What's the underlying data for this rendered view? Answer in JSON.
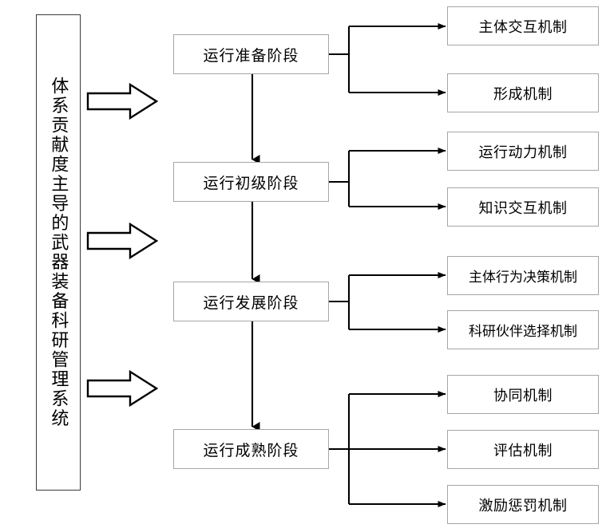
{
  "diagram": {
    "title_vertical": "体系贡献度主导的武器装备科研管理系统",
    "stages": [
      {
        "label": "运行准备阶段"
      },
      {
        "label": "运行初级阶段"
      },
      {
        "label": "运行发展阶段"
      },
      {
        "label": "运行成熟阶段"
      }
    ],
    "mechanisms": [
      {
        "label": "主体交互机制"
      },
      {
        "label": "形成机制"
      },
      {
        "label": "运行动力机制"
      },
      {
        "label": "知识交互机制"
      },
      {
        "label": "主体行为决策机制"
      },
      {
        "label": "科研伙伴选择机制"
      },
      {
        "label": "协同机制"
      },
      {
        "label": "评估机制"
      },
      {
        "label": "激励惩罚机制"
      }
    ],
    "colors": {
      "box_border": "#a6a6a6",
      "container_border": "#3b3b3b",
      "connector": "#000000",
      "text": "#000000",
      "background": "#ffffff"
    }
  }
}
